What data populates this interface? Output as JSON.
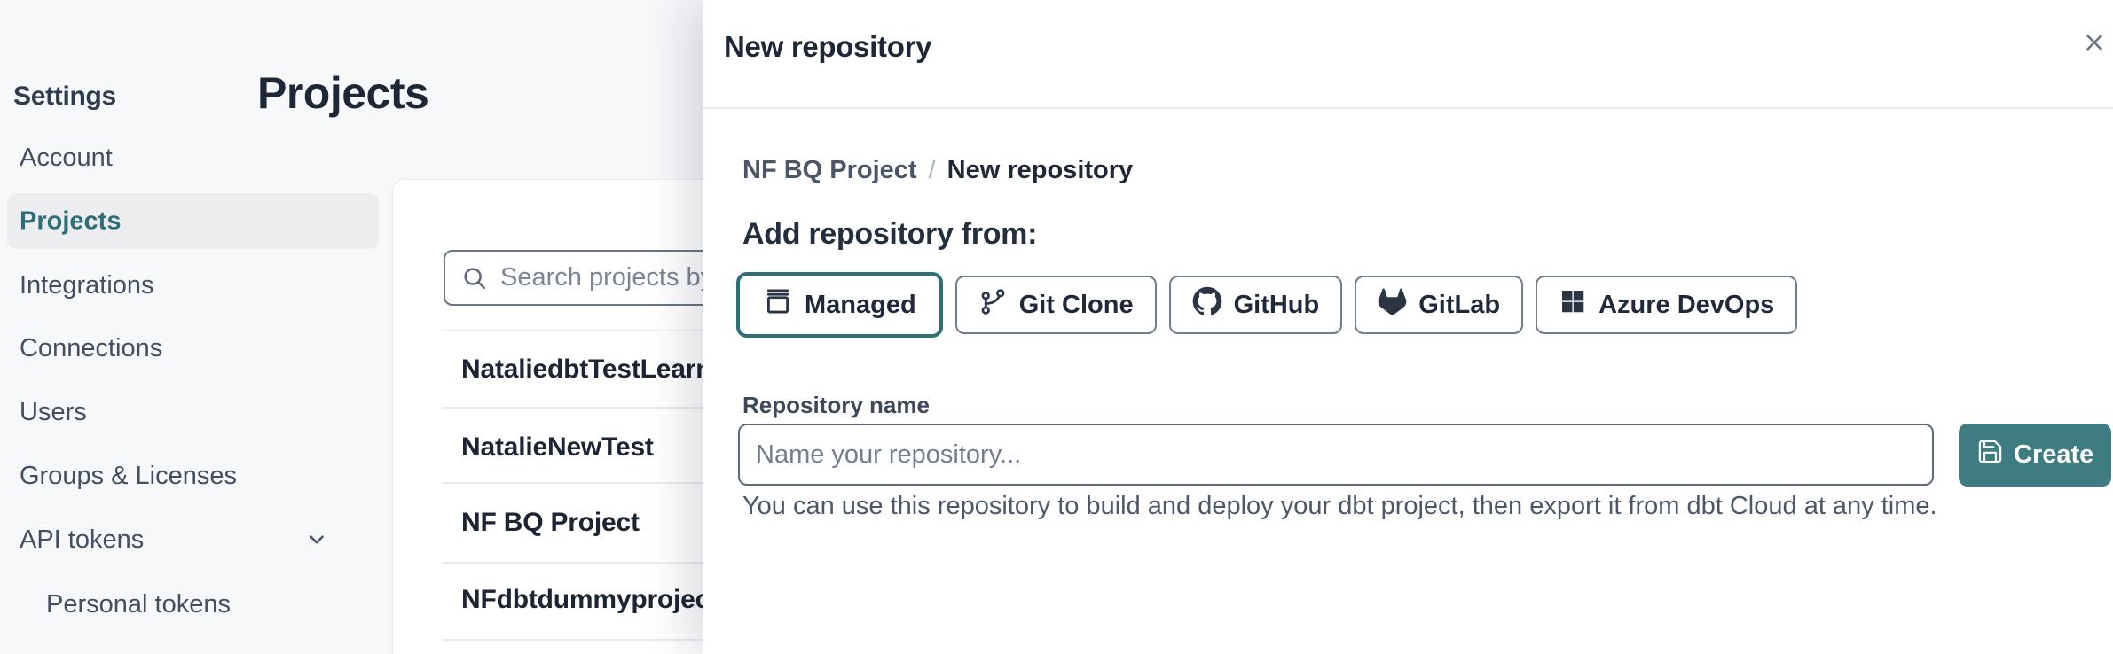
{
  "colors": {
    "accent_teal": "#2d6f77",
    "create_button_teal": "#3e7c82",
    "dark_text": "#1e2736",
    "slate_text": "#424e61",
    "selected_pill_bg": "#ededef"
  },
  "sidebar": {
    "title": "Settings",
    "items": [
      {
        "label": "Account",
        "active": false
      },
      {
        "label": "Projects",
        "active": true
      },
      {
        "label": "Integrations",
        "active": false
      },
      {
        "label": "Connections",
        "active": false
      },
      {
        "label": "Users",
        "active": false
      },
      {
        "label": "Groups & Licenses",
        "active": false
      },
      {
        "label": "API tokens",
        "active": false,
        "expandable": true
      },
      {
        "label": "Personal tokens",
        "active": false,
        "child": true
      }
    ]
  },
  "main": {
    "title": "Projects",
    "search": {
      "placeholder": "Search projects by name",
      "value": ""
    },
    "projects": [
      {
        "name": "NataliedbtTestLearn T"
      },
      {
        "name": "NatalieNewTest"
      },
      {
        "name": "NF BQ Project"
      },
      {
        "name": "NFdbtdummyproject"
      }
    ]
  },
  "modal": {
    "title": "New repository",
    "breadcrumb": {
      "parent": "NF BQ Project",
      "separator": "/",
      "current": "New repository"
    },
    "heading": "Add repository from:",
    "source_options": [
      {
        "label": "Managed",
        "icon": "managed-repo-icon",
        "selected": true
      },
      {
        "label": "Git Clone",
        "icon": "git-branch-icon",
        "selected": false
      },
      {
        "label": "GitHub",
        "icon": "github-icon",
        "selected": false
      },
      {
        "label": "GitLab",
        "icon": "gitlab-icon",
        "selected": false
      },
      {
        "label": "Azure DevOps",
        "icon": "azure-devops-icon",
        "selected": false
      }
    ],
    "repository_name_field": {
      "label": "Repository name",
      "placeholder": "Name your repository...",
      "value": ""
    },
    "create_button": {
      "label": "Create",
      "icon": "save-icon"
    },
    "helper_text": "You can use this repository to build and deploy your dbt project, then export it from dbt Cloud at any time."
  }
}
